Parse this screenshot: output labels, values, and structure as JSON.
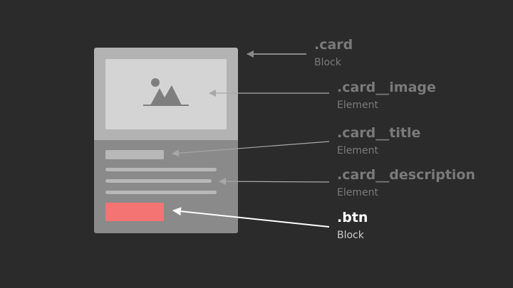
{
  "colors": {
    "background": "#2b2b2b",
    "card_top": "#b3b3b3",
    "card_bottom": "#8a8a8a",
    "image_box": "#d4d4d4",
    "image_icon": "#7e7e7e",
    "title_bar": "#b8b8b8",
    "desc_line": "#b8b8b8",
    "button": "#f47474",
    "muted_text": "#7a7a7a",
    "muted_arrow": "#9a9a9a",
    "highlight": "#ffffff"
  },
  "icons": {
    "image": "mountain-image-icon"
  },
  "annotations": [
    {
      "id": "card",
      "title": ".card",
      "type": "Block",
      "highlighted": false
    },
    {
      "id": "card-image",
      "title": ".card__image",
      "type": "Element",
      "highlighted": false
    },
    {
      "id": "card-title",
      "title": ".card__title",
      "type": "Element",
      "highlighted": false
    },
    {
      "id": "card-description",
      "title": ".card__description",
      "type": "Element",
      "highlighted": false
    },
    {
      "id": "btn",
      "title": ".btn",
      "type": "Block",
      "highlighted": true
    }
  ]
}
